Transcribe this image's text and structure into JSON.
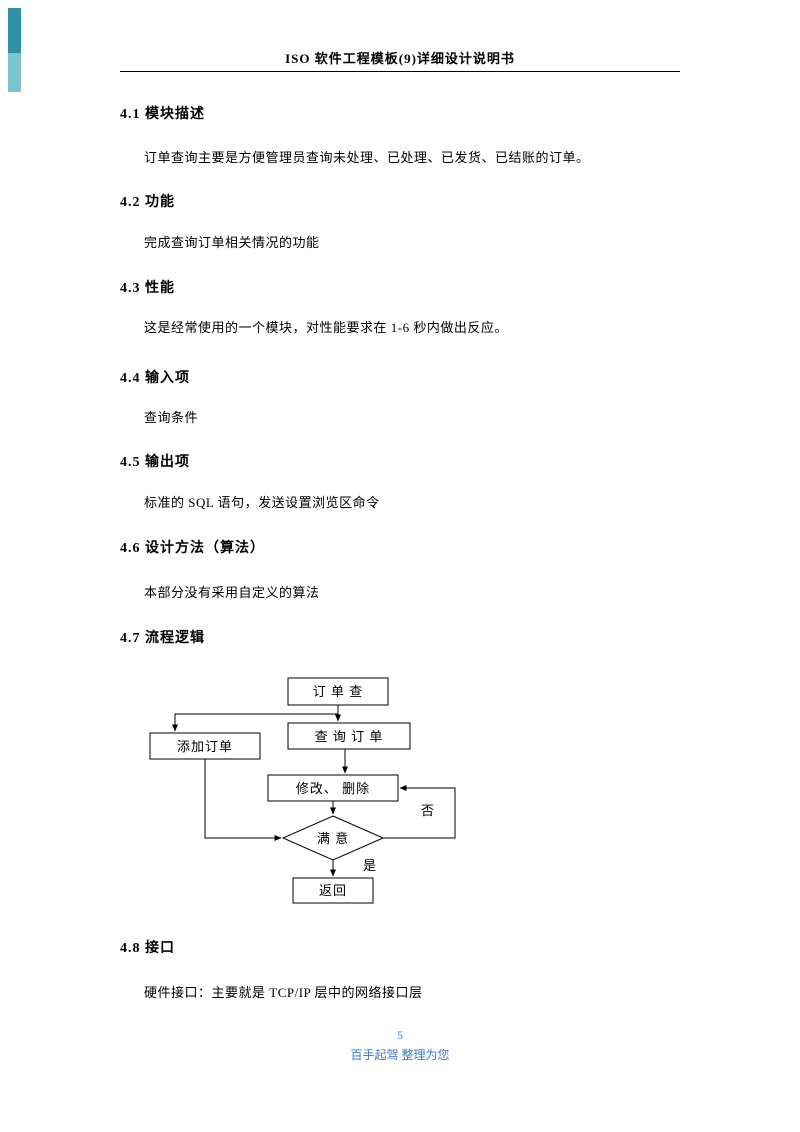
{
  "colors": {
    "accent-bar-top": "#2f8fa3",
    "accent-bar-bottom": "#7ac3cd",
    "footer-text": "#3a7abf"
  },
  "header": {
    "title": "ISO 软件工程模板(9)详细设计说明书"
  },
  "sections": [
    {
      "heading": "4.1 模块描述",
      "body": "订单查询主要是方便管理员查询未处理、已处理、已发货、已结账的订单。"
    },
    {
      "heading": "4.2 功能",
      "body": "完成查询订单相关情况的功能"
    },
    {
      "heading": "4.3 性能",
      "body": "这是经常使用的一个模块，对性能要求在 1-6 秒内做出反应。"
    },
    {
      "heading": "4.4 输入项",
      "body": "查询条件"
    },
    {
      "heading": "4.5 输出项",
      "body": "标准的 SQL 语句，发送设置浏览区命令"
    },
    {
      "heading": "4.6 设计方法（算法）",
      "body": "本部分没有采用自定义的算法"
    },
    {
      "heading": "4.7 流程逻辑",
      "body": ""
    },
    {
      "heading": "4.8 接口",
      "body": "硬件接口：主要就是 TCP/IP 层中的网络接口层"
    }
  ],
  "flowchart": {
    "nodes": {
      "start": "订 单 查",
      "add": "添加订单",
      "query": "查 询 订 单",
      "modify": "修改、 删除",
      "decision": "满  意",
      "end": "返回"
    },
    "labels": {
      "no": "否",
      "yes": "是"
    }
  },
  "footer": {
    "page_number": "5",
    "credit": "百手起驾 整理为您"
  }
}
